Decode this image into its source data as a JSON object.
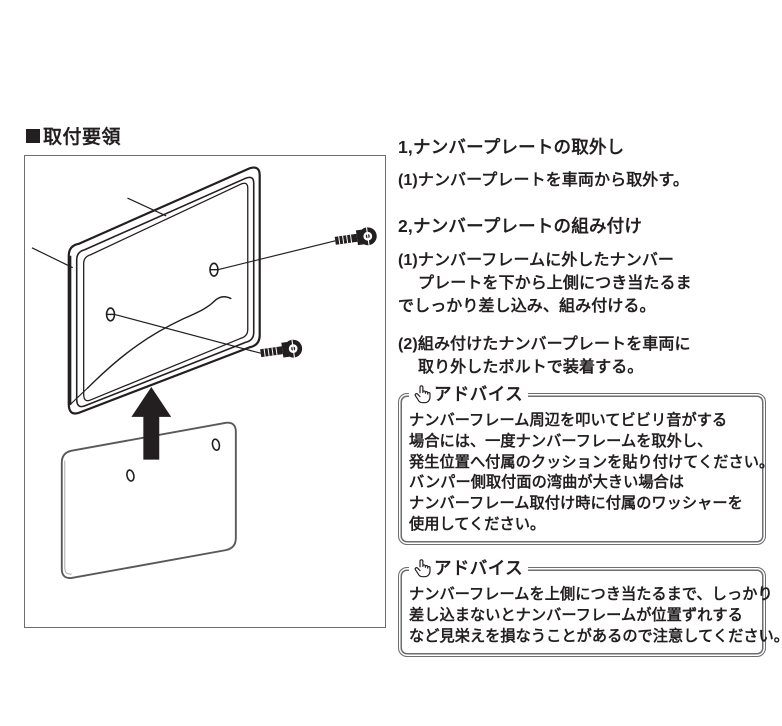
{
  "heading": {
    "marker": "■",
    "text": "取付要領"
  },
  "steps": [
    {
      "title": "1,ナンバープレートの取外し",
      "lines": [
        {
          "text": "(1)ナンバープレートを車両から取外す。",
          "indent": false
        }
      ]
    },
    {
      "title": "2,ナンバープレートの組み付け",
      "lines": [
        {
          "text": "(1)ナンバーフレームに外したナンバー",
          "indent": false
        },
        {
          "text": "プレートを下から上側につき当たるま",
          "indent": true
        },
        {
          "text": "でしっかり差し込み、組み付ける。",
          "indent": false
        }
      ]
    },
    {
      "title": "",
      "lines": [
        {
          "text": "(2)組み付けたナンバープレートを車両に",
          "indent": false
        },
        {
          "text": "取り外したボルトで装着する。",
          "indent": true
        }
      ]
    }
  ],
  "advice_boxes": [
    {
      "icon": "pointing-hand-icon",
      "label": "アドバイス",
      "lines": [
        "ナンバーフレーム周辺を叩いてビビリ音がする",
        "場合には、一度ナンバーフレームを取外し、",
        "発生位置へ付属のクッションを貼り付けてください。",
        "バンパー側取付面の湾曲が大きい場合は",
        "ナンバーフレーム取付け時に付属のワッシャーを",
        "使用してください。"
      ]
    },
    {
      "icon": "pointing-hand-icon",
      "label": "アドバイス",
      "lines": [
        "ナンバーフレームを上側につき当たるまで、しっかり",
        "差し込まないとナンバーフレームが位置ずれする",
        "など見栄えを損なうことがあるので注意してください。"
      ]
    }
  ],
  "diagram": {
    "name": "number-plate-frame-assembly-illustration",
    "parts": {
      "frame": "number-frame",
      "plate": "number-plate",
      "bolts": "mounting-bolts",
      "arrow": "insertion-direction-arrow",
      "leaders": "leader-lines"
    },
    "colors": {
      "line": "#231f20",
      "border": "#6d6e71",
      "background": "#ffffff"
    }
  }
}
